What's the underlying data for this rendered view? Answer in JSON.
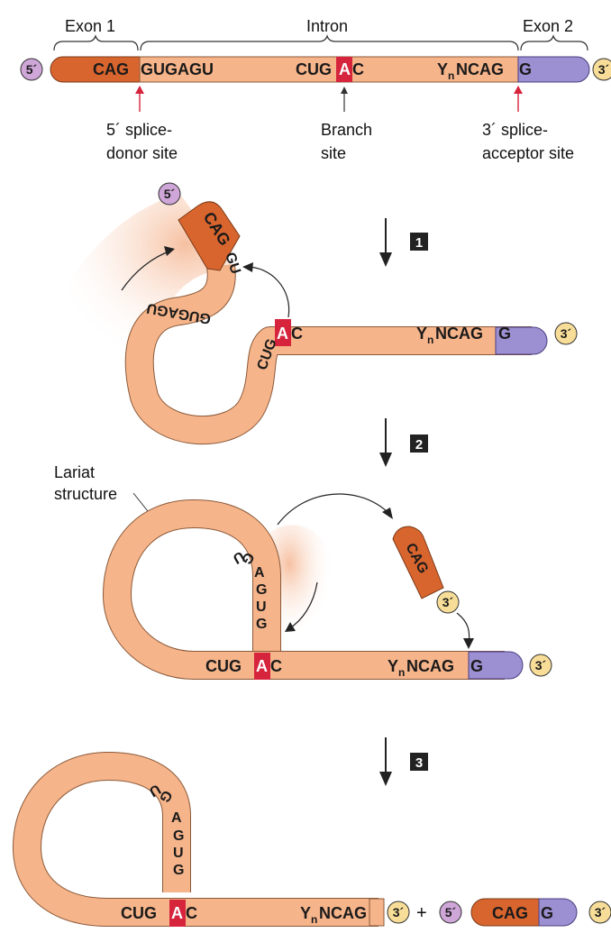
{
  "top": {
    "exon1": "Exon 1",
    "intron": "Intron",
    "exon2": "Exon 2",
    "five_end": "5´",
    "three_end": "3´",
    "seq_exon1": "CAG",
    "seq_donor": "GUGAGU",
    "seq_branch_pre": "CUG",
    "branch_A": "A",
    "seq_branch_post": "C",
    "seq_yn": "Y",
    "seq_yn_sub": "n",
    "seq_acceptor": "NCAG",
    "seq_exon2": "G",
    "donor_label_1": "5´ splice-",
    "donor_label_2": "donor site",
    "branch_label_1": "Branch",
    "branch_label_2": "site",
    "acceptor_label_1": "3´ splice-",
    "acceptor_label_2": "acceptor site"
  },
  "steps": [
    "1",
    "2",
    "3"
  ],
  "step1": {
    "five_end": "5´",
    "three_end": "3´",
    "exon1": "CAG",
    "donor": "GUGAGU",
    "branch_pre": "CUG",
    "branch_A": "A",
    "branch_post": "C",
    "yn": "Y",
    "yn_sub": "n",
    "acceptor": "NCAG",
    "exon2": "G"
  },
  "step2": {
    "lariat_label_1": "Lariat",
    "lariat_label_2": "structure",
    "exon1": "CAG",
    "exon1_three_end": "3´",
    "loop_letters": [
      "U",
      "G",
      "A",
      "G",
      "U",
      "G"
    ],
    "branch_pre": "CUG",
    "branch_A": "A",
    "branch_post": "C",
    "yn": "Y",
    "yn_sub": "n",
    "acceptor": "NCAG",
    "exon2": "G",
    "three_end": "3´"
  },
  "step3": {
    "loop_letters": [
      "U",
      "G",
      "A",
      "G",
      "U",
      "G"
    ],
    "branch_pre": "CUG",
    "branch_A": "A",
    "branch_post": "C",
    "yn": "Y",
    "yn_sub": "n",
    "acceptor": "NCAG",
    "intron_three_end": "3´",
    "plus": "+",
    "product_five_end": "5´",
    "product_exon1": "CAG",
    "product_exon2": "G",
    "product_three_end": "3´"
  },
  "colors": {
    "intron": "#f6b48a",
    "exon1": "#d9652e",
    "exon2": "#9c8fd2",
    "branch": "#d6243c",
    "five_prime_circle": "#cfa6d8",
    "three_prime_circle": "#f7dd97",
    "arrow_red": "#d6243c",
    "glow": "#f7c7a8"
  }
}
